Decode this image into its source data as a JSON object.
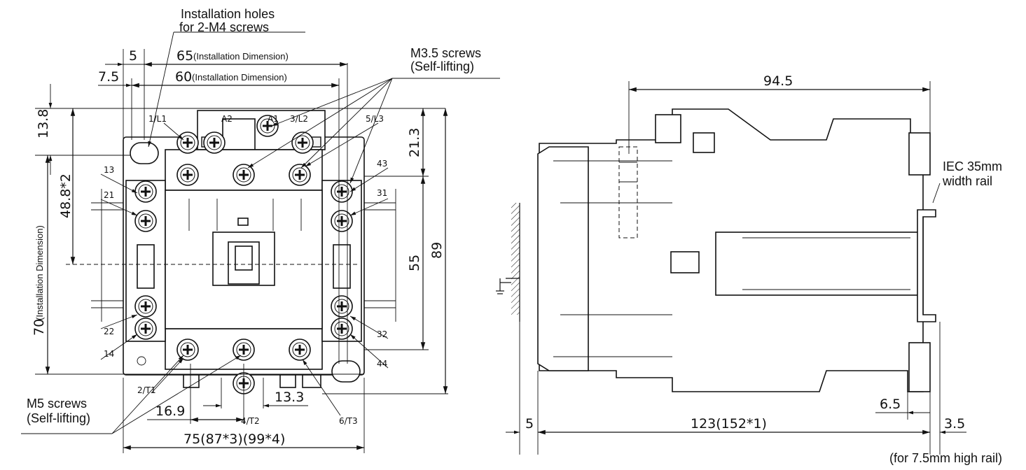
{
  "front_view": {
    "callouts": {
      "install_holes_line1": "Installation holes",
      "install_holes_line2": "for 2-M4 screws",
      "m35_line1": "M3.5 screws",
      "m35_line2": "(Self-lifting)",
      "m5_line1": "M5 screws",
      "m5_line2": "(Self-lifting)"
    },
    "dimensions": {
      "d5": "5",
      "d7_5": "7.5",
      "d65": "65",
      "d65_note": "(Installation Dimension)",
      "d60": "60",
      "d60_note": "(Installation Dimension)",
      "d13_8": "13.8",
      "d48_8": "48.8*2",
      "d70": "70",
      "d70_note": "(Installation Dimension)",
      "d21_3": "21.3",
      "d55": "55",
      "d89": "89",
      "d16_9": "16.9",
      "d13_3": "13.3",
      "d75": "75(87*3)(99*4)"
    },
    "terminals": {
      "l1": "1/L1",
      "a2": "A2",
      "a1": "A1",
      "l2": "3/L2",
      "l3": "5/L3",
      "t13": "13",
      "t21": "21",
      "t22": "22",
      "t14": "14",
      "t43": "43",
      "t31": "31",
      "t32": "32",
      "t44": "44",
      "t1": "2/T1",
      "t2": "4/T2",
      "t3": "6/T3"
    }
  },
  "side_view": {
    "dimensions": {
      "d94_5": "94.5",
      "d5": "5",
      "d123": "123(152*1)",
      "d6_5": "6.5",
      "d3_5": "3.5"
    },
    "rail_label_line1": "IEC 35mm",
    "rail_label_line2": "width rail",
    "rail_note": "(for 7.5mm high rail)"
  },
  "icons": [
    "screw-icon",
    "ground-symbol-icon",
    "arrow-icon"
  ]
}
